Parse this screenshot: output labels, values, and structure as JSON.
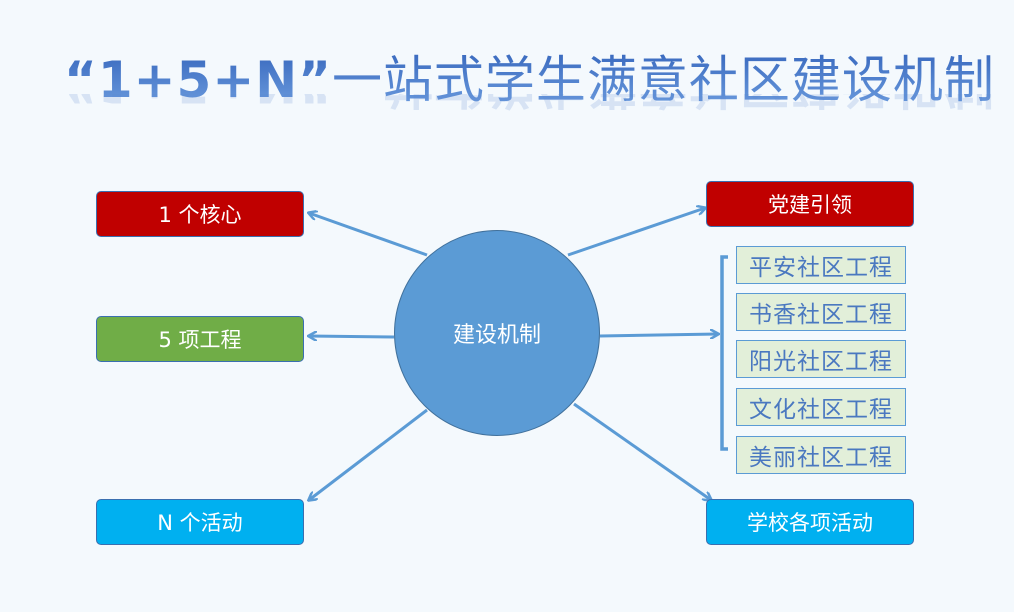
{
  "title": {
    "prefix": "“1+5+N”",
    "main": "一站式学生满意社区建设机制"
  },
  "center": "建设机制",
  "left": [
    {
      "label": "1 个核心"
    },
    {
      "label": "5 项工程"
    },
    {
      "label": "N 个活动"
    }
  ],
  "right": {
    "top": "党建引领",
    "bottom": "学校各项活动",
    "projects": [
      "平安社区工程",
      "书香社区工程",
      "阳光社区工程",
      "文化社区工程",
      "美丽社区工程"
    ]
  },
  "colors": {
    "red": "#c00000",
    "green": "#70ad47",
    "cyan": "#00b0f0",
    "circle": "#5b9bd5",
    "arrow": "#5b9bd5"
  }
}
